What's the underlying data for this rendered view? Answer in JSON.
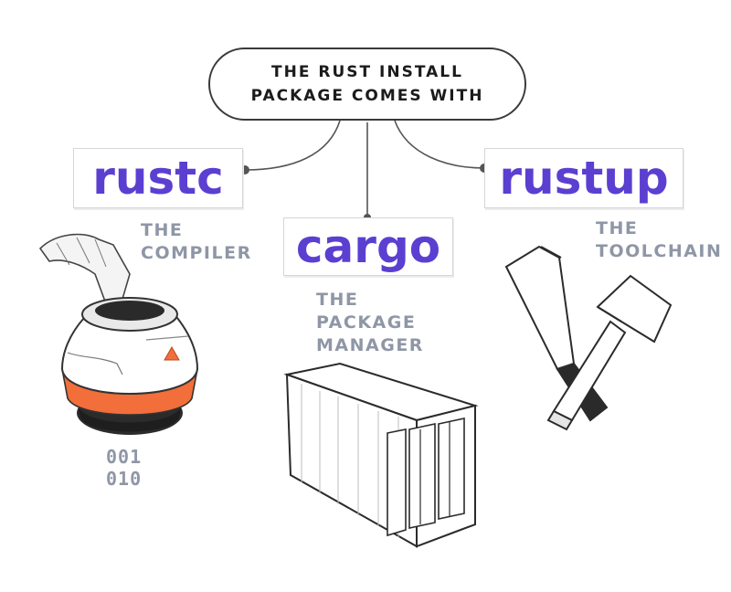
{
  "header": {
    "line1": "THE RUST INSTALL",
    "line2": "PACKAGE COMES WITH"
  },
  "tools": [
    {
      "name": "rustc",
      "desc_line1": "THE",
      "desc_line2": "COMPILER",
      "desc_line3": ""
    },
    {
      "name": "cargo",
      "desc_line1": "THE",
      "desc_line2": "PACKAGE",
      "desc_line3": "MANAGER"
    },
    {
      "name": "rustup",
      "desc_line1": "THE",
      "desc_line2": "TOOLCHAIN",
      "desc_line3": ""
    }
  ],
  "binary_output": {
    "line1": "001",
    "line2": "010"
  },
  "colors": {
    "tool_name": "#5b3fd1",
    "description": "#8f96a6",
    "compiler_band": "#f26e3a",
    "outline": "#3a3a3a"
  },
  "icons": {
    "compiler": "compiler-machine-icon",
    "package_manager": "shipping-container-icon",
    "toolchain": "chisel-hammer-icon"
  }
}
